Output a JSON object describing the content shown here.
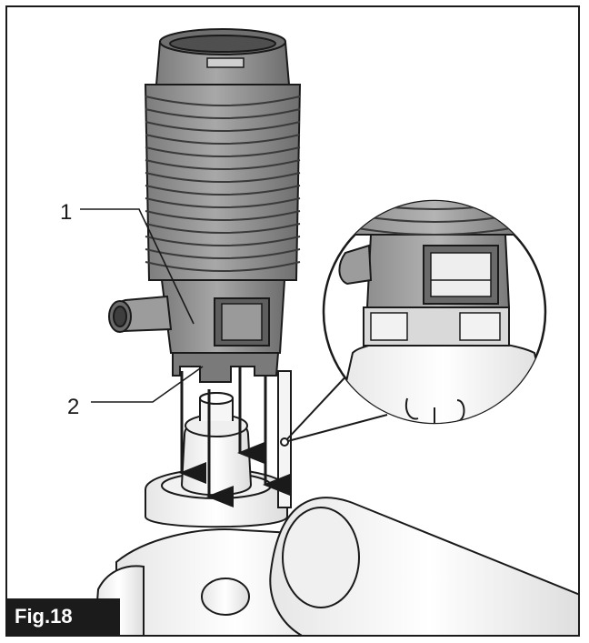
{
  "figure": {
    "label": "Fig.18",
    "callouts": [
      "1",
      "2"
    ]
  },
  "colors": {
    "outline": "#1a1a1a",
    "part_dark": "#8a8a8a",
    "part_mid": "#a9a9a9",
    "part_light": "#c8c8c8",
    "label_bg": "#1b1b1b",
    "label_text": "#ffffff"
  }
}
